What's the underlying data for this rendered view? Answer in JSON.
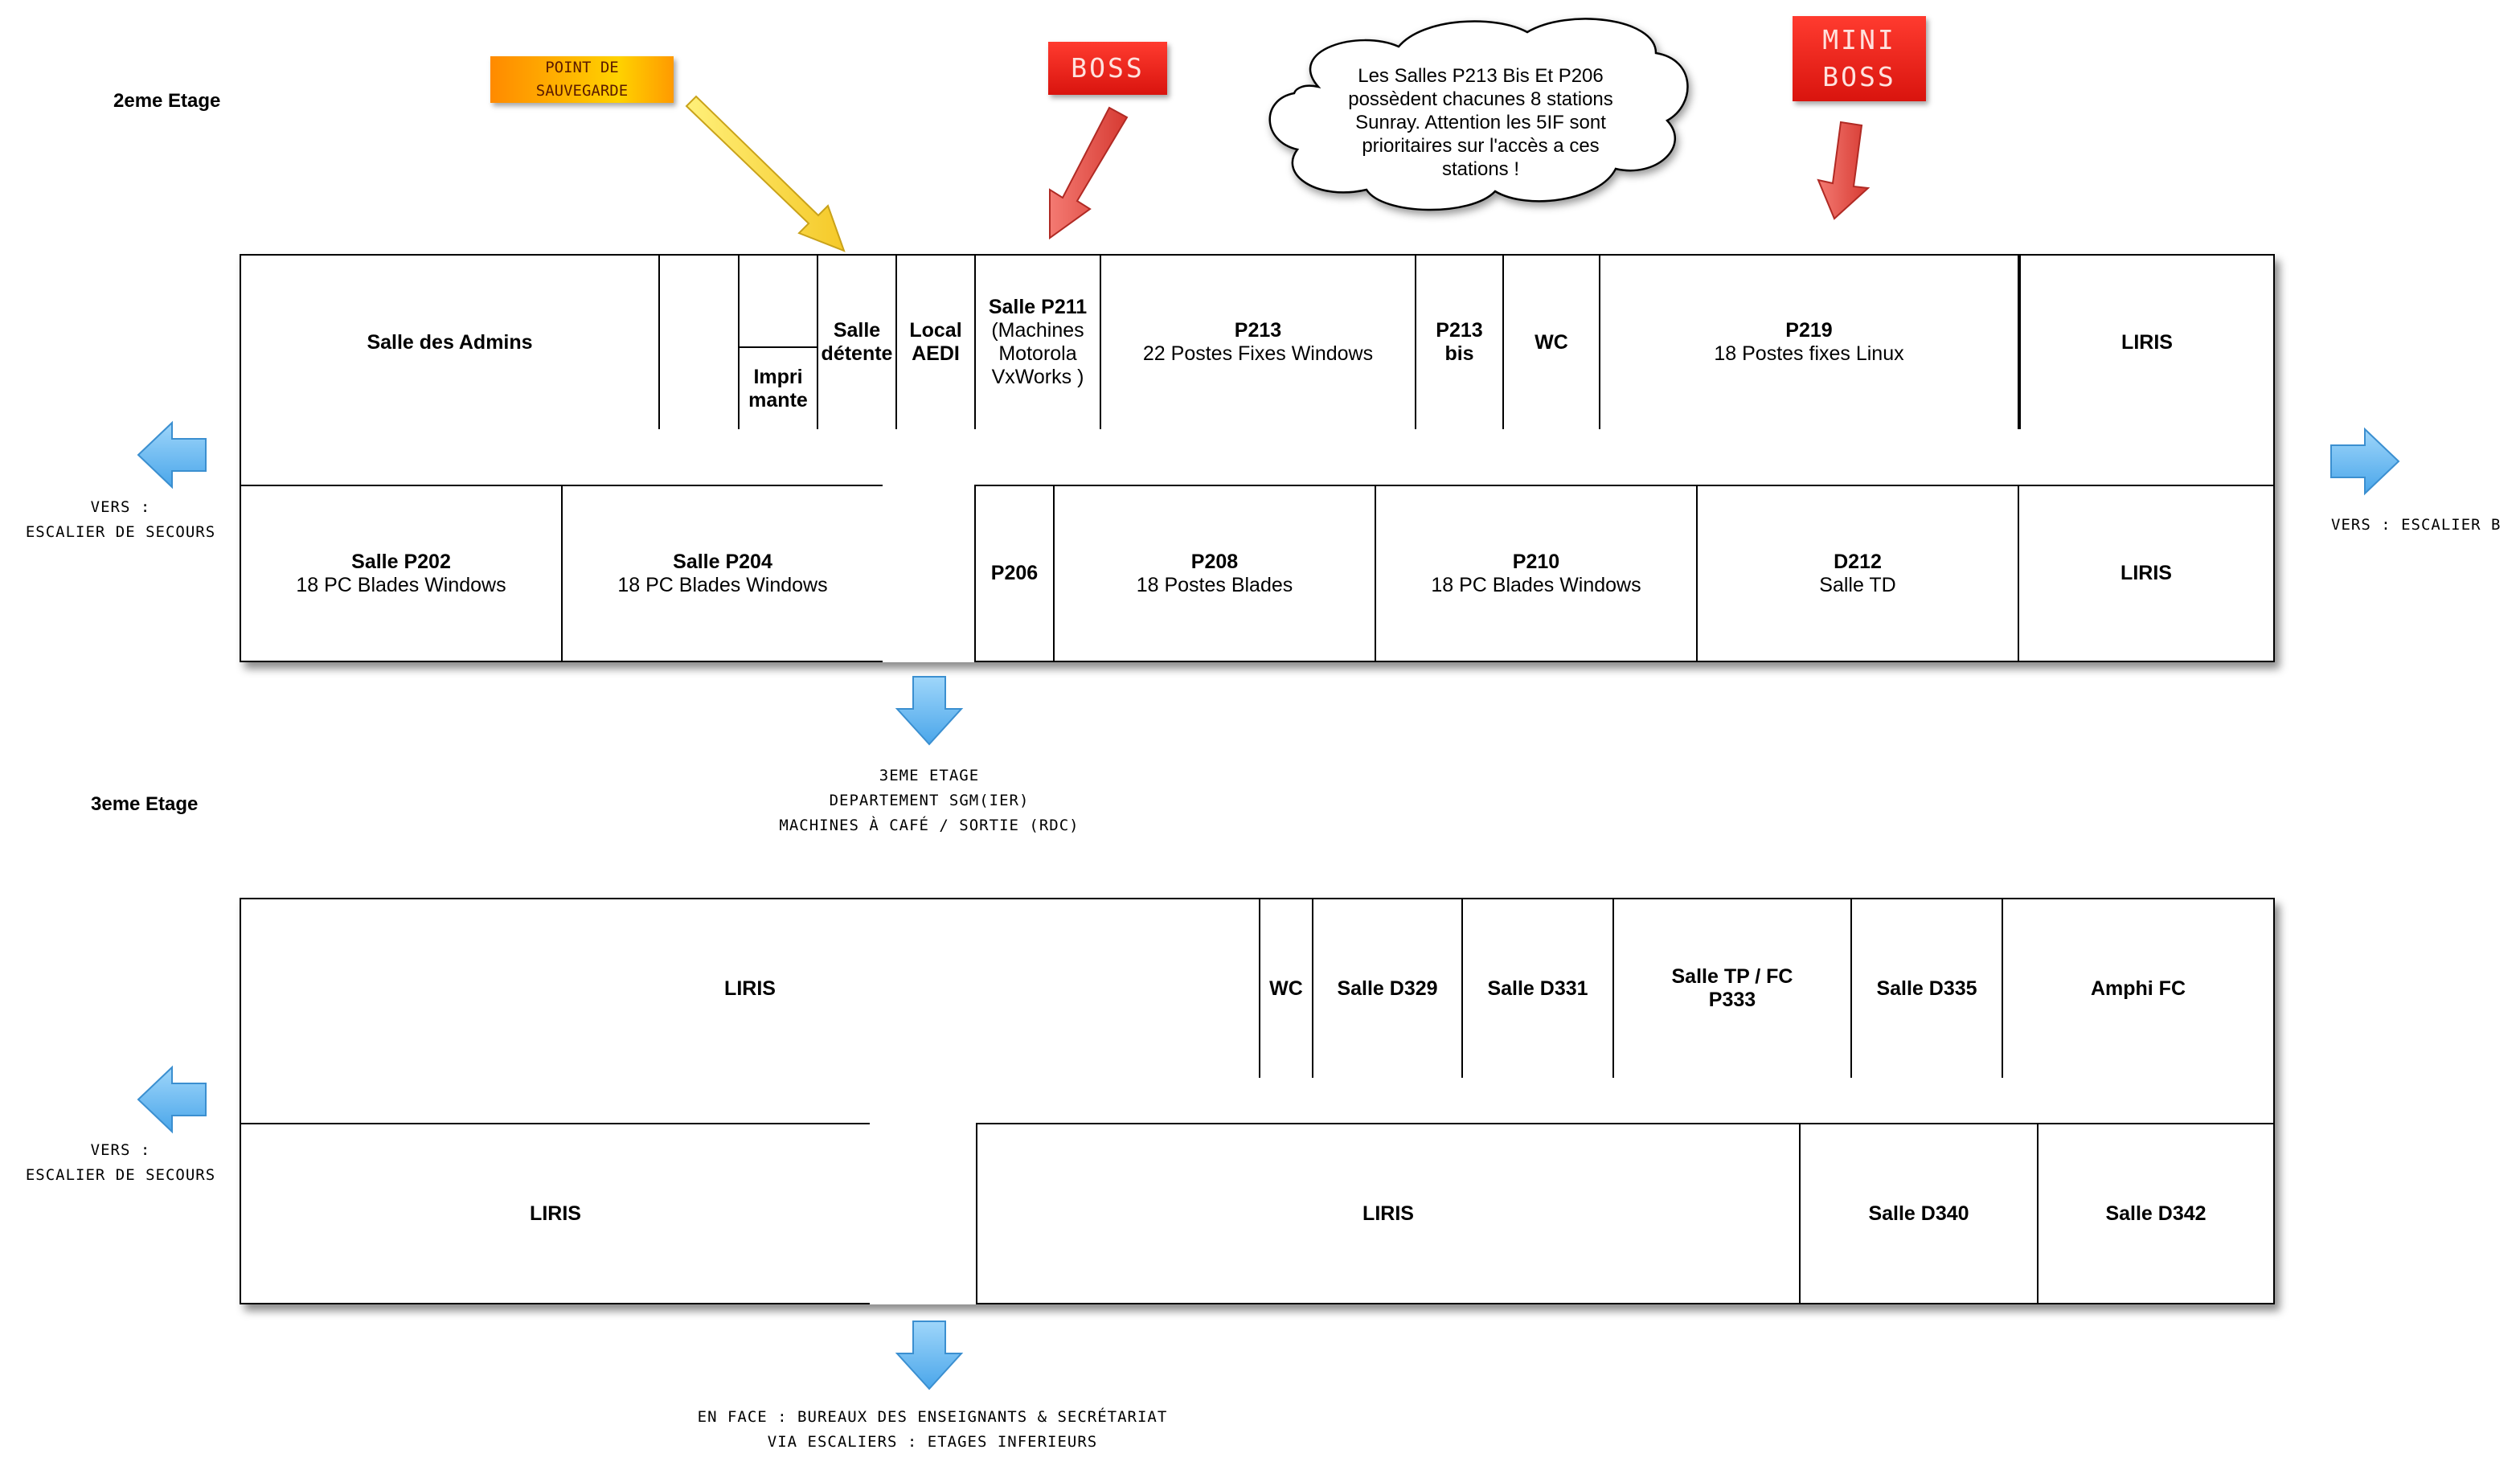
{
  "floors": {
    "second": {
      "label": "2eme Etage"
    },
    "third": {
      "label": "3eme Etage"
    }
  },
  "callouts": {
    "save_point": [
      "POINT DE",
      "SAUVEGARDE"
    ],
    "boss": "BOSS",
    "mini_boss": [
      "MINI",
      "BOSS"
    ],
    "cloud": [
      "Les Salles P213 Bis Et P206",
      "possèdent chacunes 8 stations",
      "Sunray. Attention les 5IF sont",
      "prioritaires sur l'accès a ces",
      "stations !"
    ]
  },
  "nav": {
    "left_top": [
      "VERS :",
      "ESCALIER DE SECOURS"
    ],
    "right_top": "VERS : ESCALIER B",
    "down_top": [
      "3EME ETAGE",
      "DEPARTEMENT SGM(IER)",
      "MACHINES À CAFÉ / SORTIE (RDC)"
    ],
    "left_bottom": [
      "VERS :",
      "ESCALIER DE SECOURS"
    ],
    "down_bottom": [
      "EN FACE : BUREAUX DES ENSEIGNANTS & SECRÉTARIAT",
      "VIA ESCALIERS : ETAGES INFERIEURS"
    ]
  },
  "rooms2_top": {
    "admins": "Salle des Admins",
    "impri": [
      "Impri",
      "mante"
    ],
    "detente": [
      "Salle",
      "détente"
    ],
    "aedi": [
      "Local",
      "AEDI"
    ],
    "p211": [
      "Salle P211",
      "(Machines",
      "Motorola",
      "VxWorks )"
    ],
    "p213": [
      "P213",
      "22 Postes Fixes Windows"
    ],
    "p213bis": [
      "P213",
      "bis"
    ],
    "wc": "WC",
    "p219": [
      "P219",
      "18 Postes fixes Linux"
    ],
    "liris": "LIRIS"
  },
  "rooms2_bottom": {
    "p202": [
      "Salle P202",
      "18 PC Blades Windows"
    ],
    "p204": [
      "Salle P204",
      "18 PC Blades Windows"
    ],
    "p206": "P206",
    "p208": [
      "P208",
      "18 Postes Blades"
    ],
    "p210": [
      "P210",
      "18 PC Blades Windows"
    ],
    "d212": [
      "D212",
      "Salle TD"
    ],
    "liris": "LIRIS"
  },
  "rooms3_top": {
    "liris": "LIRIS",
    "wc": "WC",
    "d329": "Salle D329",
    "d331": "Salle D331",
    "tp": [
      "Salle TP / FC",
      "P333"
    ],
    "d335": "Salle D335",
    "amphi": "Amphi FC"
  },
  "rooms3_bottom": {
    "liris1": "LIRIS",
    "liris2": "LIRIS",
    "d340": "Salle D340",
    "d342": "Salle D342"
  },
  "colors": {
    "nav_arrow": "#5db3f0",
    "boss_arrow": "#ea5a52",
    "save_arrow": "#ffe04a"
  }
}
